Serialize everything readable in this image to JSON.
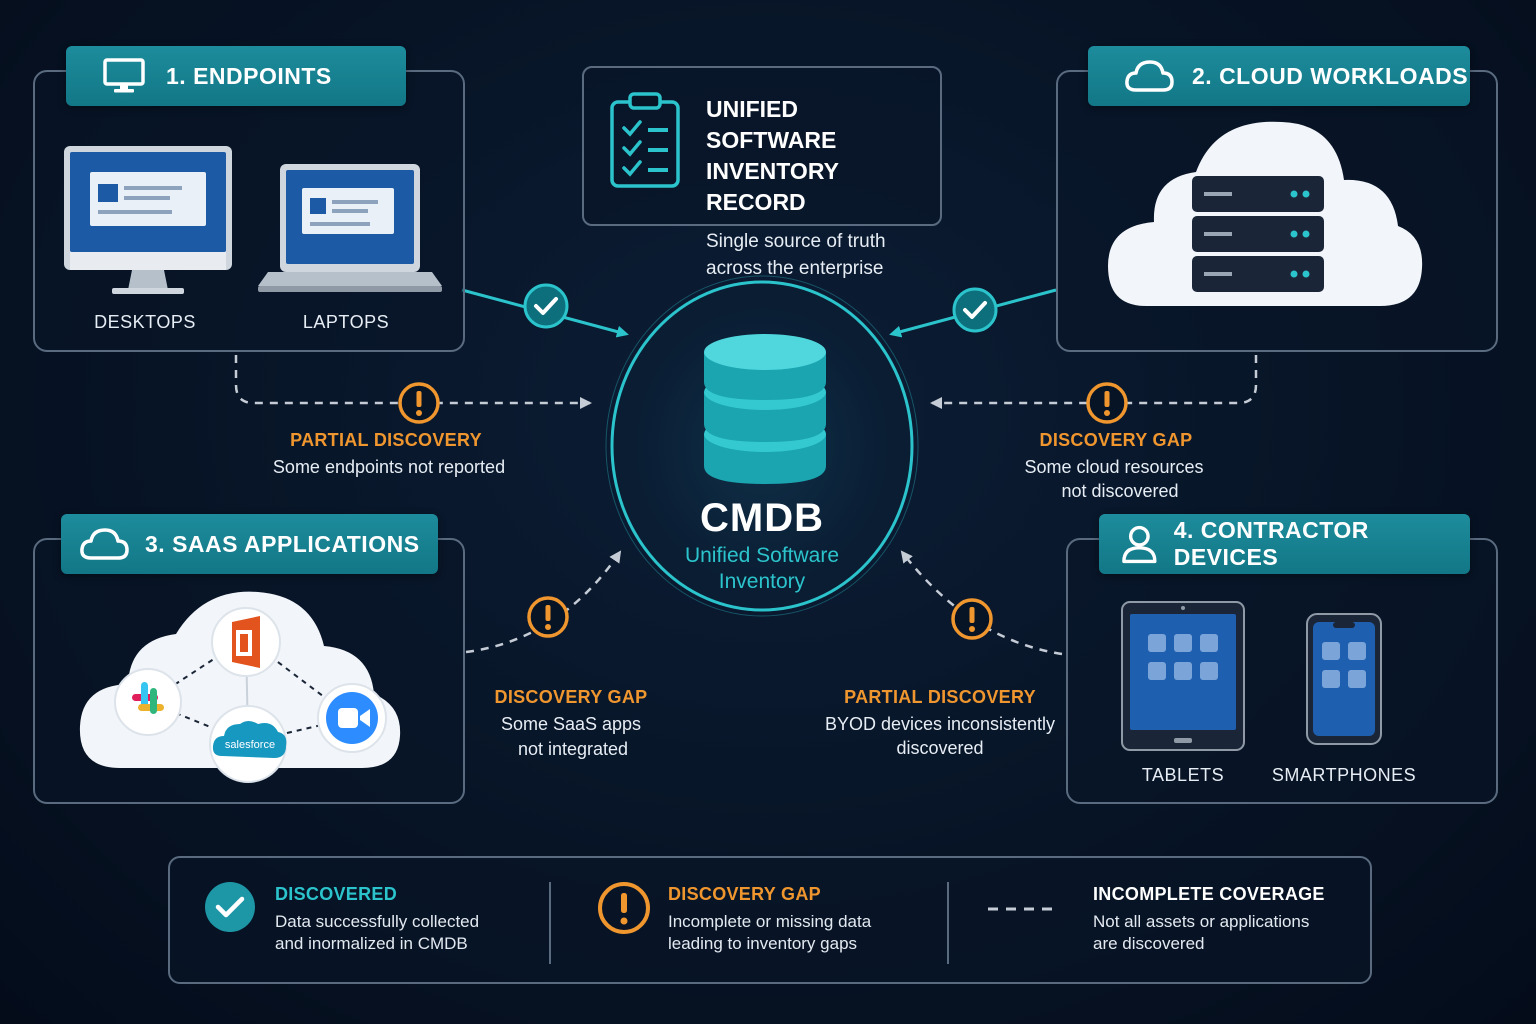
{
  "endpoints": {
    "title": "1. ENDPOINTS",
    "desktops_label": "DESKTOPS",
    "laptops_label": "LAPTOPS",
    "icon": "monitor-icon"
  },
  "cloud_workloads": {
    "title": "2. CLOUD WORKLOADS",
    "icon": "cloud-icon"
  },
  "saas": {
    "title": "3. SAAS APPLICATIONS",
    "icon": "cloud-icon",
    "salesforce_label": "salesforce"
  },
  "contractor": {
    "title": "4. CONTRACTOR DEVICES",
    "tablets_label": "TABLETS",
    "smartphones_label": "SMARTPHONES",
    "icon": "user-icon"
  },
  "unified_record": {
    "title_line1": "UNIFIED SOFTWARE",
    "title_line2": "INVENTORY RECORD",
    "subtitle_line1": "Single source of truth",
    "subtitle_line2": "across the enterprise",
    "icon": "clipboard-checklist-icon"
  },
  "cmdb": {
    "title": "CMDB",
    "subtitle_line1": "Unified Software",
    "subtitle_line2": "Inventory",
    "icon": "database-icon"
  },
  "notes": {
    "endpoints_gap": {
      "title": "PARTIAL DISCOVERY",
      "text": "Some endpoints not reported"
    },
    "cloud_gap": {
      "title": "DISCOVERY GAP",
      "line1": "Some cloud resources",
      "line2": "not discovered"
    },
    "saas_gap": {
      "title": "DISCOVERY GAP",
      "line1": "Some SaaS apps",
      "line2": "not integrated"
    },
    "contractor_gap": {
      "title": "PARTIAL DISCOVERY",
      "line1": "BYOD devices inconsistently",
      "line2": "discovered"
    }
  },
  "legend": {
    "discovered": {
      "title": "DISCOVERED",
      "line1": "Data successfully collected",
      "line2": "and inormalized in CMDB"
    },
    "gap": {
      "title": "DISCOVERY GAP",
      "line1": "Incomplete or missing data",
      "line2": "leading to inventory gaps"
    },
    "incomplete": {
      "title": "INCOMPLETE COVERAGE",
      "line1": "Not all assets or applications",
      "line2": "are discovered"
    }
  },
  "colors": {
    "teal": "#1d8c9c",
    "accent": "#2cc4cc",
    "warning": "#f0962e",
    "border": "#5a6b80",
    "background": "#071426"
  }
}
